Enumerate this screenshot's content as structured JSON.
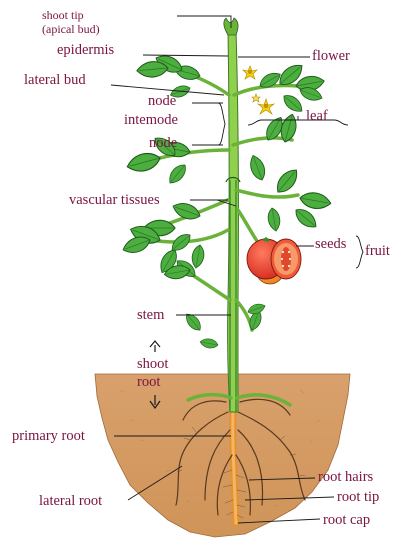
{
  "labels": {
    "shoot_tip": "shoot tip",
    "apical_bud": "(apical bud)",
    "epidermis": "epidermis",
    "flower": "flower",
    "lateral_bud": "lateral bud",
    "node_upper": "node",
    "internode": "intemode",
    "node_lower": "node",
    "leaf": "leaf",
    "vascular_tissues": "vascular tissues",
    "seeds": "seeds",
    "fruit": "fruit",
    "stem": "stem",
    "shoot": "shoot",
    "root": "root",
    "primary_root": "primary root",
    "root_hairs": "root hairs",
    "lateral_root": "lateral root",
    "root_tip": "root tip",
    "root_cap": "root cap"
  },
  "colors": {
    "label_text": "#7a1440",
    "stem_green": "#7cc442",
    "leaf_green": "#4cae3e",
    "leaf_dark": "#2f7a2b",
    "soil": "#d9a06a",
    "fruit_red": "#e63d2e",
    "fruit_orange": "#f08a24",
    "flower_yellow": "#f5d20a",
    "root_orange": "#e89a3a",
    "leader_line": "#1a1a1a"
  }
}
